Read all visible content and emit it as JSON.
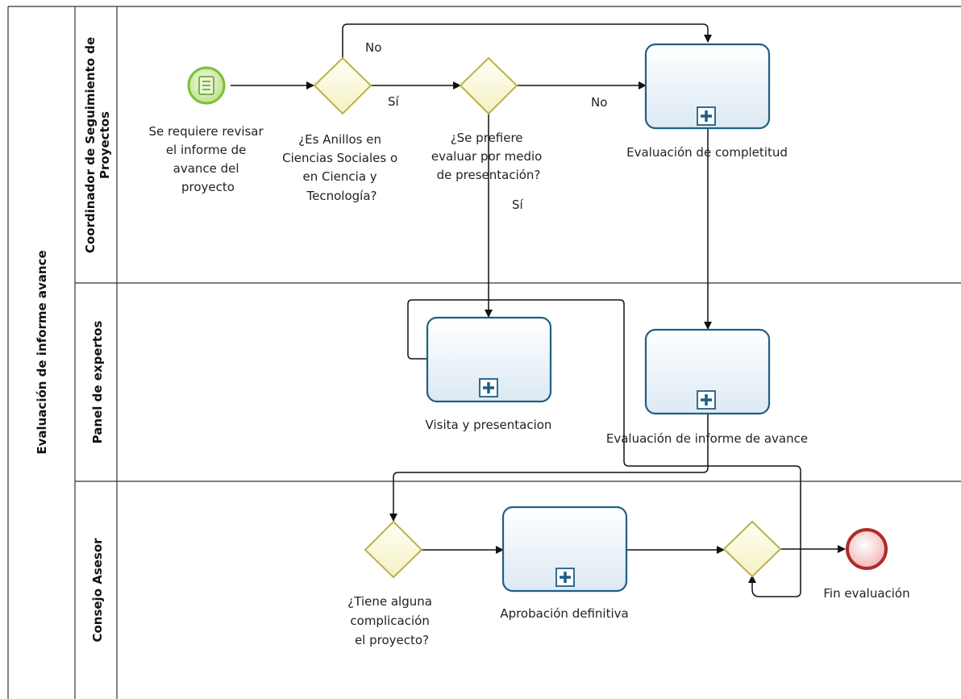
{
  "pool": {
    "title": "Evaluación de informe avance"
  },
  "lanes": [
    {
      "id": "coordinador",
      "title_line1": "Coordinador de Seguimiento de",
      "title_line2": "Proyectos"
    },
    {
      "id": "panel",
      "title_line1": "Panel de expertos",
      "title_line2": ""
    },
    {
      "id": "consejo",
      "title_line1": "Consejo Asesor",
      "title_line2": ""
    }
  ],
  "nodes": {
    "start": {
      "type": "start-event",
      "label": [
        "Se requiere revisar",
        "el informe de",
        "avance del",
        "proyecto"
      ]
    },
    "gw_anillos": {
      "type": "gateway",
      "label": [
        "¿Es Anillos en",
        "Ciencias Sociales o",
        "en Ciencia y",
        "Tecnología?"
      ]
    },
    "gw_presentacion": {
      "type": "gateway",
      "label": [
        "¿Se prefiere",
        "evaluar por medio",
        "de presentación?"
      ]
    },
    "task_completitud": {
      "type": "subprocess",
      "label": [
        "Evaluación de completitud"
      ]
    },
    "task_visita": {
      "type": "subprocess",
      "label": [
        "Visita y presentacion"
      ]
    },
    "task_informe": {
      "type": "subprocess",
      "label": [
        "Evaluación de informe de avance"
      ]
    },
    "gw_complicacion": {
      "type": "gateway",
      "label": [
        "¿Tiene alguna",
        "complicación",
        "el proyecto?"
      ]
    },
    "task_aprobacion": {
      "type": "subprocess",
      "label": [
        "Aprobación definitiva"
      ]
    },
    "gw_merge": {
      "type": "gateway",
      "label": []
    },
    "end": {
      "type": "end-event",
      "label": [
        "Fin evaluación"
      ]
    }
  },
  "flow_labels": {
    "anillos_no": "No",
    "anillos_si": "Sí",
    "presentacion_no": "No",
    "presentacion_si": "Sí"
  },
  "colors": {
    "task_border": "#1f5f84",
    "gateway_border": "#b9b24a",
    "start_border": "#7cbf3a",
    "end_border": "#b02a2a"
  }
}
